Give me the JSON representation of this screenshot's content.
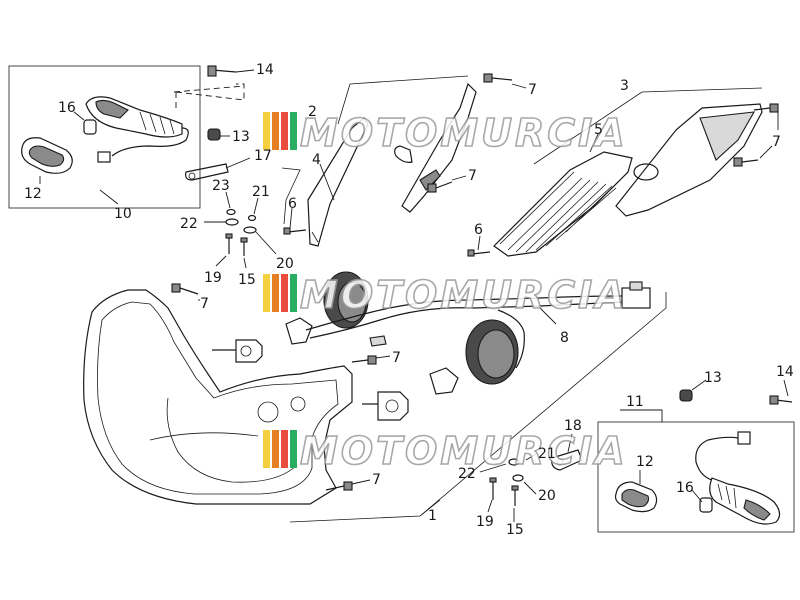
{
  "diagram": {
    "callouts": [
      {
        "id": "c14a",
        "text": "14"
      },
      {
        "id": "c16a",
        "text": "16"
      },
      {
        "id": "c13a",
        "text": "13"
      },
      {
        "id": "c12a",
        "text": "12"
      },
      {
        "id": "c10",
        "text": "10"
      },
      {
        "id": "c17",
        "text": "17"
      },
      {
        "id": "c23a",
        "text": "23"
      },
      {
        "id": "c21a",
        "text": "21"
      },
      {
        "id": "c22a",
        "text": "22"
      },
      {
        "id": "c19a",
        "text": "19"
      },
      {
        "id": "c15a",
        "text": "15"
      },
      {
        "id": "c20a",
        "text": "20"
      },
      {
        "id": "c6a",
        "text": "6"
      },
      {
        "id": "c2",
        "text": "2"
      },
      {
        "id": "c4",
        "text": "4"
      },
      {
        "id": "c7a",
        "text": "7"
      },
      {
        "id": "c7b",
        "text": "7"
      },
      {
        "id": "c3",
        "text": "3"
      },
      {
        "id": "c5",
        "text": "5"
      },
      {
        "id": "c7c",
        "text": "7"
      },
      {
        "id": "c7d",
        "text": "7"
      },
      {
        "id": "c6b",
        "text": "6"
      },
      {
        "id": "c7e",
        "text": "7"
      },
      {
        "id": "c8",
        "text": "8"
      },
      {
        "id": "c7f",
        "text": "7"
      },
      {
        "id": "c13b",
        "text": "13"
      },
      {
        "id": "c14b",
        "text": "14"
      },
      {
        "id": "c11",
        "text": "11"
      },
      {
        "id": "c18",
        "text": "18"
      },
      {
        "id": "c21b",
        "text": "21"
      },
      {
        "id": "c22b",
        "text": "22"
      },
      {
        "id": "c12b",
        "text": "12"
      },
      {
        "id": "c16b",
        "text": "16"
      },
      {
        "id": "c7g",
        "text": "7"
      },
      {
        "id": "c20b",
        "text": "20"
      },
      {
        "id": "c19b",
        "text": "19"
      },
      {
        "id": "c15b",
        "text": "15"
      },
      {
        "id": "c1",
        "text": "1"
      }
    ]
  },
  "watermark": {
    "text": "MOTOMURCIA",
    "stripe_colors": [
      "#f4d03f",
      "#e67e22",
      "#e74c3c",
      "#27ae60"
    ]
  }
}
